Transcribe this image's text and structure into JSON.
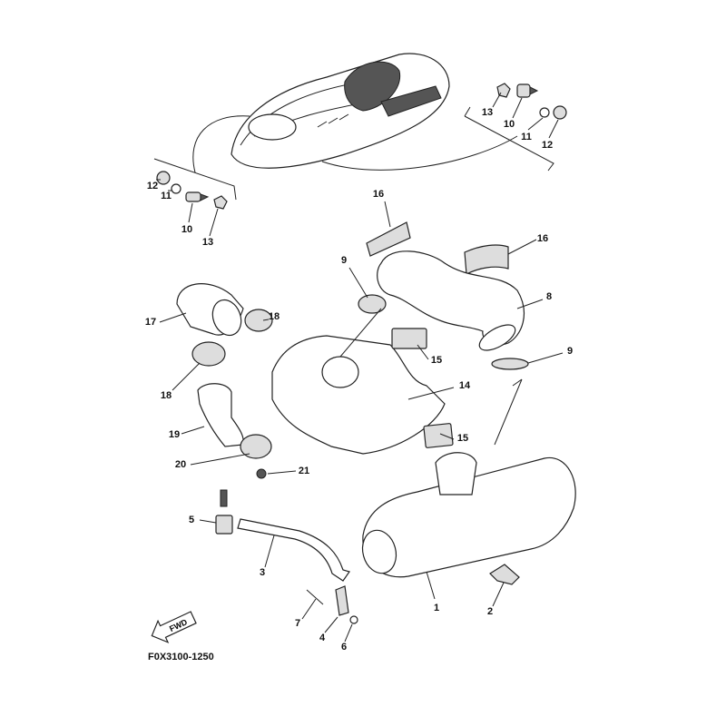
{
  "diagram_code": "F0X3100-1250",
  "fwd_label": "FWD",
  "callouts": {
    "c13a": "13",
    "c10a": "10",
    "c11a": "11",
    "c12a": "12",
    "c12b": "12",
    "c11b": "11",
    "c10b": "10",
    "c13b": "13",
    "c16a": "16",
    "c16b": "16",
    "c9a": "9",
    "c8": "8",
    "c17": "17",
    "c18a": "18",
    "c15a": "15",
    "c9b": "9",
    "c18b": "18",
    "c14": "14",
    "c19": "19",
    "c15b": "15",
    "c20": "20",
    "c21": "21",
    "c5": "5",
    "c3": "3",
    "c1": "1",
    "c2": "2",
    "c7": "7",
    "c4": "4",
    "c6": "6"
  }
}
